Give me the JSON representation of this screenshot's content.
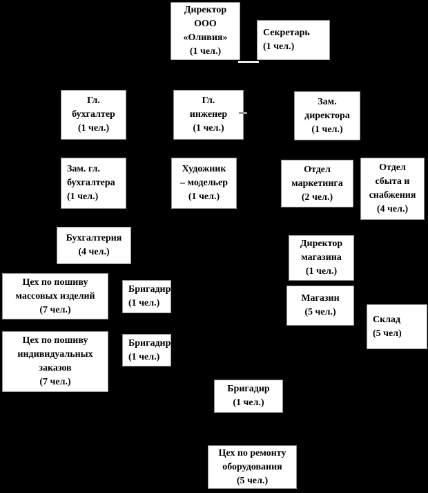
{
  "colors": {
    "background": "#000000",
    "box_fill": "#ffffff",
    "box_border": "#8f8f8f",
    "text": "#000000",
    "connector_fragment_light": "#ededed",
    "connector_fragment_gray": "#9a9a9a"
  },
  "boxes": {
    "director": {
      "label": "Директор\nООО\n«Оливия»\n(1 чел.)"
    },
    "secretary": {
      "label": "Секретарь\n(1 чел.)"
    },
    "chief_accountant": {
      "label": "Гл.\nбухгалтер\n(1 чел.)"
    },
    "chief_engineer": {
      "label": "Гл.\nинженер\n(1 чел.)"
    },
    "deputy_director": {
      "label": "Зам.\nдиректора\n(1 чел.)"
    },
    "deputy_chief_accountant": {
      "label": "Зам. гл.\nбухгалтера\n(1 чел.)"
    },
    "artist_designer": {
      "label": "Художник\n– модельер\n(1 чел.)"
    },
    "marketing_dept": {
      "label": "Отдел\nмаркетинга\n(2 чел.)"
    },
    "sales_supply_dept": {
      "label": "Отдел\nсбыта и\nснабжения\n(4 чел.)"
    },
    "accounting": {
      "label": "Бухгалтерия\n(4 чел.)"
    },
    "store_director": {
      "label": "Директор\nмагазина\n(1 чел.)"
    },
    "mass_sewing_shop": {
      "label": "Цех по пошиву\nмассовых изделий\n(7 чел.)"
    },
    "foreman_1": {
      "label": "Бригадир\n(1 чел.)"
    },
    "shop": {
      "label": "Магазин\n(5 чел.)"
    },
    "warehouse": {
      "label": "Склад\n(5 чел)"
    },
    "custom_sewing_shop": {
      "label": "Цех по пошиву\nиндивидуальных\nзаказов\n(7 чел.)"
    },
    "foreman_2": {
      "label": "Бригадир\n(1 чел.)"
    },
    "foreman_3": {
      "label": "Бригадир\n(1 чел.)"
    },
    "repair_shop": {
      "label": "Цех по ремонту\nоборудования\n(5 чел.)"
    }
  }
}
